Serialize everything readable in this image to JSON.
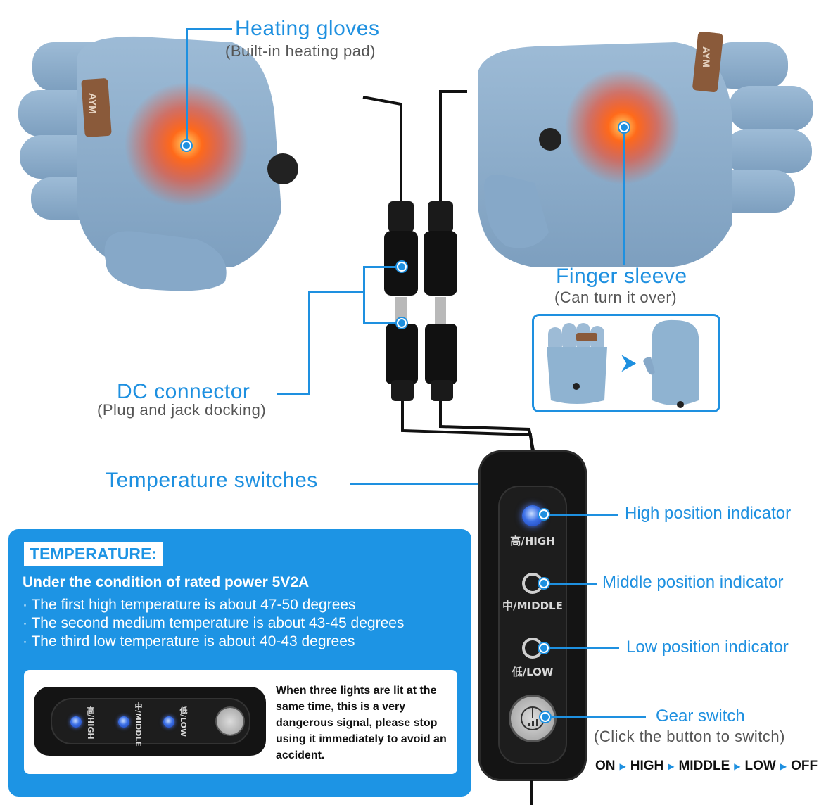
{
  "labels": {
    "heating_title": "Heating gloves",
    "heating_sub": "(Built-in heating pad)",
    "sleeve_title": "Finger sleeve",
    "sleeve_sub": "(Can turn it over)",
    "dc_title": "DC connector",
    "dc_sub": "(Plug and jack docking)",
    "temp_switch": "Temperature switches",
    "high_ind": "High position indicator",
    "middle_ind": "Middle position indicator",
    "low_ind": "Low position indicator",
    "gear_title": "Gear switch",
    "gear_sub": "(Click the button to switch)"
  },
  "device": {
    "high": "高/HIGH",
    "middle": "中/MIDDLE",
    "low": "低/LOW"
  },
  "glove_patch": "AYM",
  "temperature": {
    "tag": "TEMPERATURE:",
    "heading": "Under the condition of rated power 5V2A",
    "lines": [
      "· The first high temperature is about 47-50 degrees",
      "· The second medium temperature is about 43-45 degrees",
      "· The third low temperature is about 40-43 degrees"
    ],
    "warning": "When three lights are lit at the same time, this is a very dangerous signal, please stop using it immediately to avoid an accident."
  },
  "sequence": [
    "ON",
    "HIGH",
    "MIDDLE",
    "LOW",
    "OFF"
  ],
  "colors": {
    "accent": "#1e90e0",
    "box": "#1d94e4",
    "glove": "#8fb3d1",
    "heat": "#ff5a1a"
  }
}
